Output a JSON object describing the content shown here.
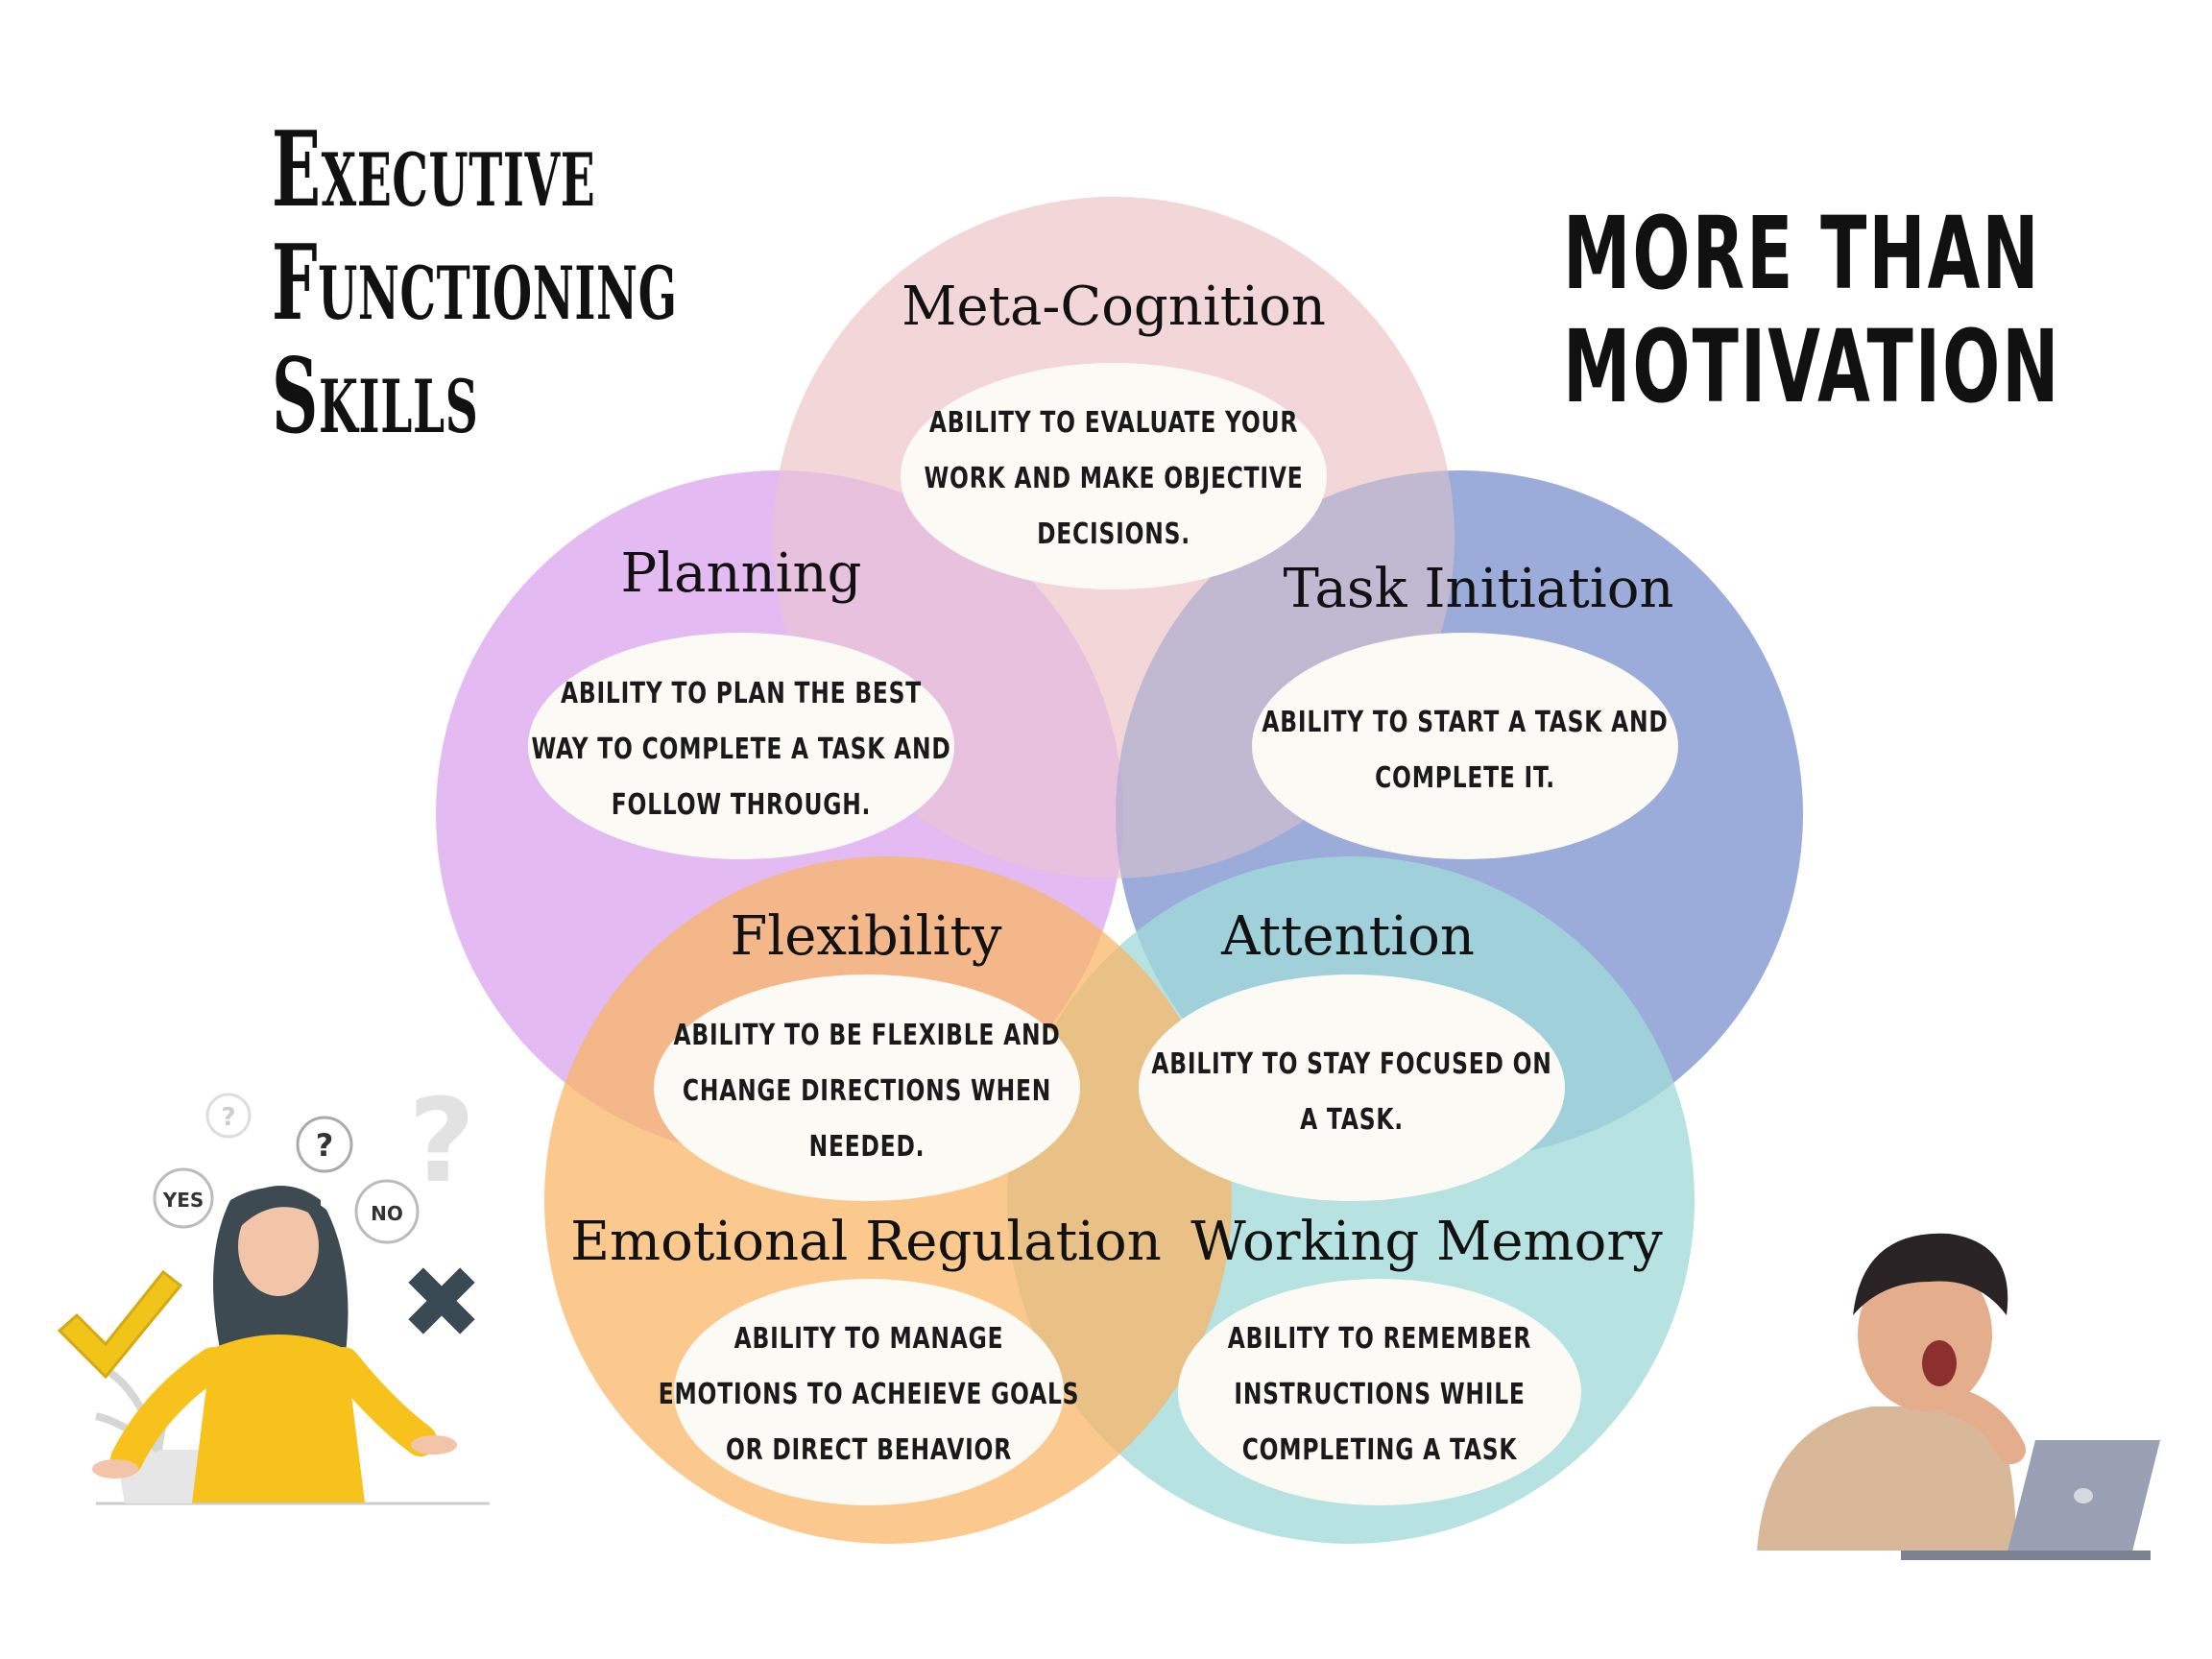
{
  "title_left": [
    "Executive",
    "Functioning",
    "Skills"
  ],
  "title_right": [
    "MORE THAN",
    "MOTIVATION"
  ],
  "skills": [
    {
      "id": "meta-cognition",
      "title": "Meta-Cognition",
      "desc": [
        "ABILITY TO EVALUATE YOUR",
        "WORK AND MAKE OBJECTIVE",
        "DECISIONS."
      ],
      "color": "#f2d2d3"
    },
    {
      "id": "planning",
      "title": "Planning",
      "desc": [
        "ABILITY TO PLAN  THE BEST",
        "WAY TO COMPLETE A TASK AND",
        "FOLLOW THROUGH."
      ],
      "color": "#e2b4ef"
    },
    {
      "id": "task-initiation",
      "title": "Task Initiation",
      "desc": [
        "ABILITY TO START A TASK AND",
        "COMPLETE IT."
      ],
      "color": "#8d9fd4"
    },
    {
      "id": "flexibility",
      "title": "Flexibility",
      "desc": [
        "ABILITY TO BE FLEXIBLE AND",
        "CHANGE DIRECTIONS WHEN",
        "NEEDED."
      ],
      "color": "#f9b970"
    },
    {
      "id": "attention",
      "title": "Attention",
      "desc": [
        "ABILITY TO STAY FOCUSED ON",
        "A TASK."
      ],
      "color": "#a5dcda"
    },
    {
      "id": "emotional-regulation",
      "title": "Emotional Regulation",
      "desc": [
        "ABILITY TO MANAGE",
        "EMOTIONS TO ACHEIEVE GOALS",
        "OR DIRECT BEHAVIOR"
      ],
      "color": "#f9b970"
    },
    {
      "id": "working-memory",
      "title": "Working Memory",
      "desc": [
        "ABILITY TO REMEMBER",
        "INSTRUCTIONS WHILE",
        "COMPLETING A TASK"
      ],
      "color": "#a5dcda"
    }
  ],
  "illustration_left": {
    "bubbles": [
      "YES",
      "NO",
      "?",
      "?",
      "?"
    ]
  },
  "colors": {
    "oval": "#fbfaf5",
    "text": "#111111"
  }
}
